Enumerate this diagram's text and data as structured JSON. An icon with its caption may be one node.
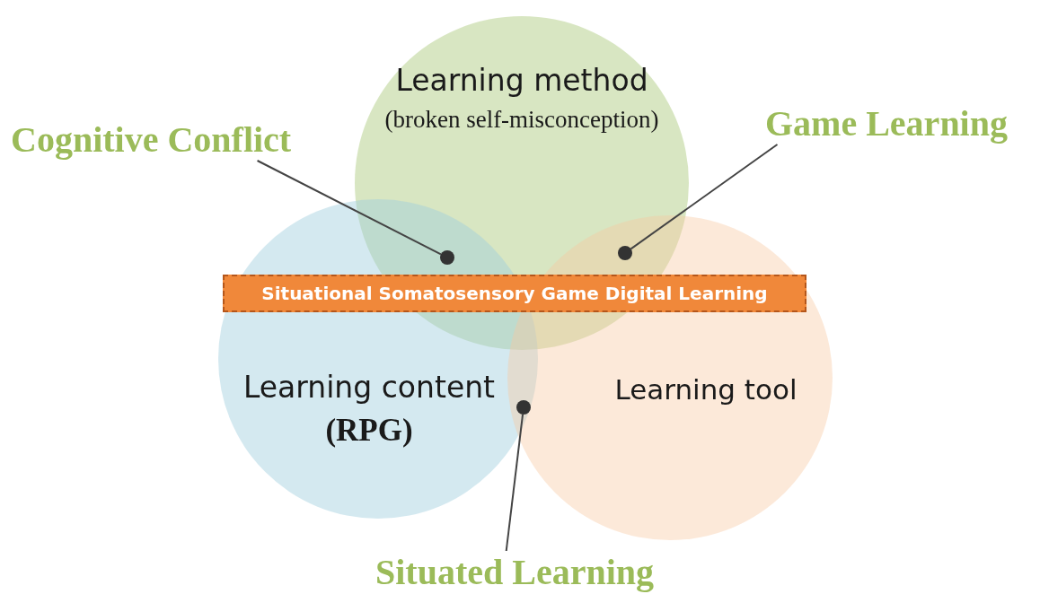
{
  "diagram": {
    "nodes": [
      {
        "text": [
          "Learning method",
          "(broken self-misconception)"
        ]
      },
      {
        "text": [
          "Learning content",
          "(RPG)"
        ]
      },
      {
        "text": [
          "Learning tool"
        ]
      },
      {
        "text": [
          "Situational Somatosensory Game Digital Learning"
        ]
      },
      {
        "text": [
          "Cognitive Conflict"
        ]
      },
      {
        "text": [],
        "shape": "circle"
      },
      {
        "text": [
          "Game Learning"
        ]
      },
      {
        "text": [],
        "shape": "circle"
      },
      {
        "text": [],
        "shape": "circle"
      },
      {
        "text": [
          "Situated Learning"
        ]
      }
    ],
    "edges": [
      {
        "from": 4,
        "to": 5,
        "arrow": "none"
      },
      {
        "from": 6,
        "to": 7,
        "arrow": "none"
      },
      {
        "from": 9,
        "to": 8,
        "arrow": "none"
      }
    ]
  }
}
